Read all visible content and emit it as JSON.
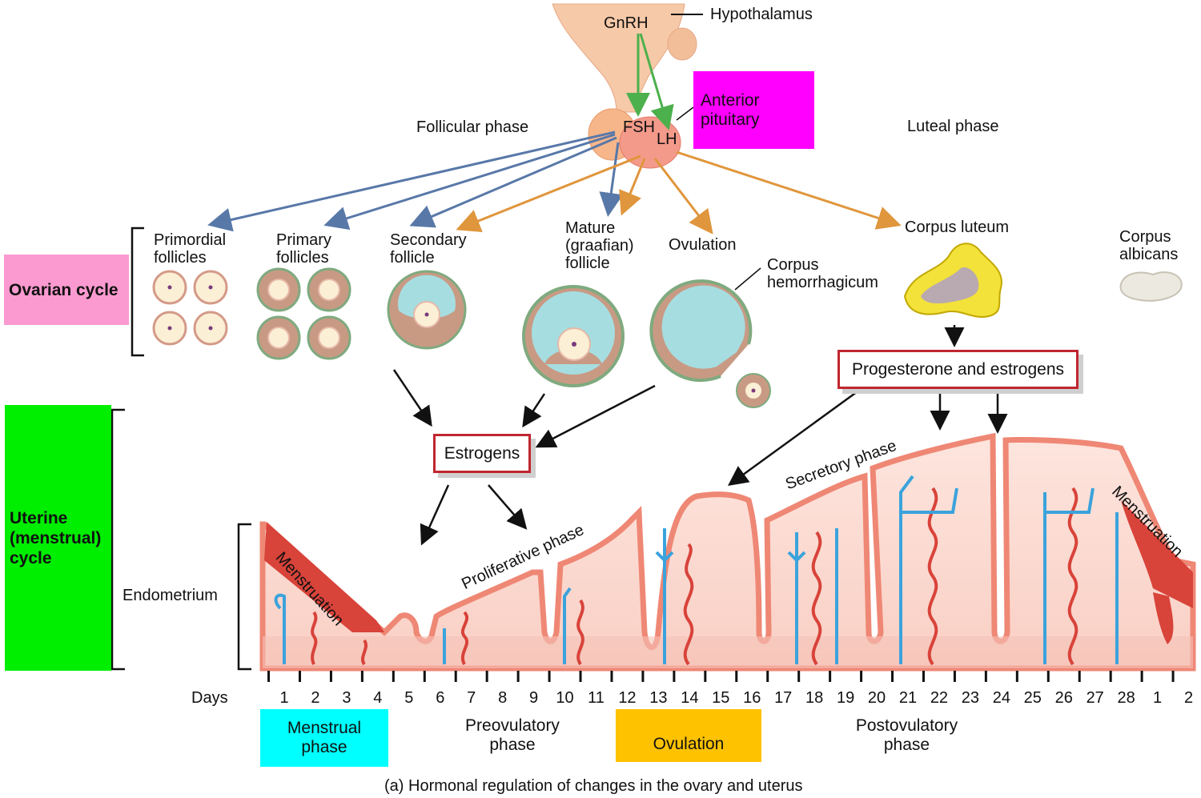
{
  "hypothalamus": {
    "label": "Hypothalamus",
    "hormone": "GnRH"
  },
  "pituitary": {
    "label": "Anterior pituitary",
    "fsh": "FSH",
    "lh": "LH"
  },
  "phases": {
    "follicular": "Follicular phase",
    "luteal": "Luteal phase"
  },
  "ovarian": {
    "cycle_label": "Ovarian cycle",
    "stages": [
      "Primordial follicles",
      "Primary follicles",
      "Secondary follicle",
      "Mature (graafian) follicle",
      "Ovulation",
      "Corpus hemorrhagicum",
      "Corpus luteum",
      "Corpus albicans"
    ]
  },
  "hormones": {
    "estrogens": "Estrogens",
    "progesterone": "Progesterone and estrogens"
  },
  "uterine": {
    "cycle_label": "Uterine (menstrual) cycle",
    "endometrium": "Endometrium",
    "menstruation": "Menstruation",
    "proliferative": "Proliferative phase",
    "secretory": "Secretory phase",
    "menstruation_end": "Menstruation"
  },
  "days": {
    "label": "Days",
    "values": [
      "1",
      "2",
      "3",
      "4",
      "5",
      "6",
      "7",
      "8",
      "9",
      "10",
      "11",
      "12",
      "13",
      "14",
      "15",
      "16",
      "17",
      "18",
      "19",
      "20",
      "21",
      "22",
      "23",
      "24",
      "25",
      "26",
      "27",
      "28",
      "1",
      "2"
    ]
  },
  "bottom_phases": {
    "menstrual": "Menstrual phase",
    "preovulatory": "Preovulatory phase",
    "ovulation": "Ovulation",
    "postovulatory": "Postovulatory phase"
  },
  "caption": "(a) Hormonal regulation of changes in the ovary and uterus",
  "colors": {
    "pink": "#fb9ad0",
    "green": "#00ee00",
    "magenta": "#ff00ff",
    "cyan": "#00ffff",
    "amber": "#ffc200",
    "fsh_arrow": "#5878a8",
    "lh_arrow": "#e0963c",
    "gnrh_arrow": "#4cb04c"
  }
}
